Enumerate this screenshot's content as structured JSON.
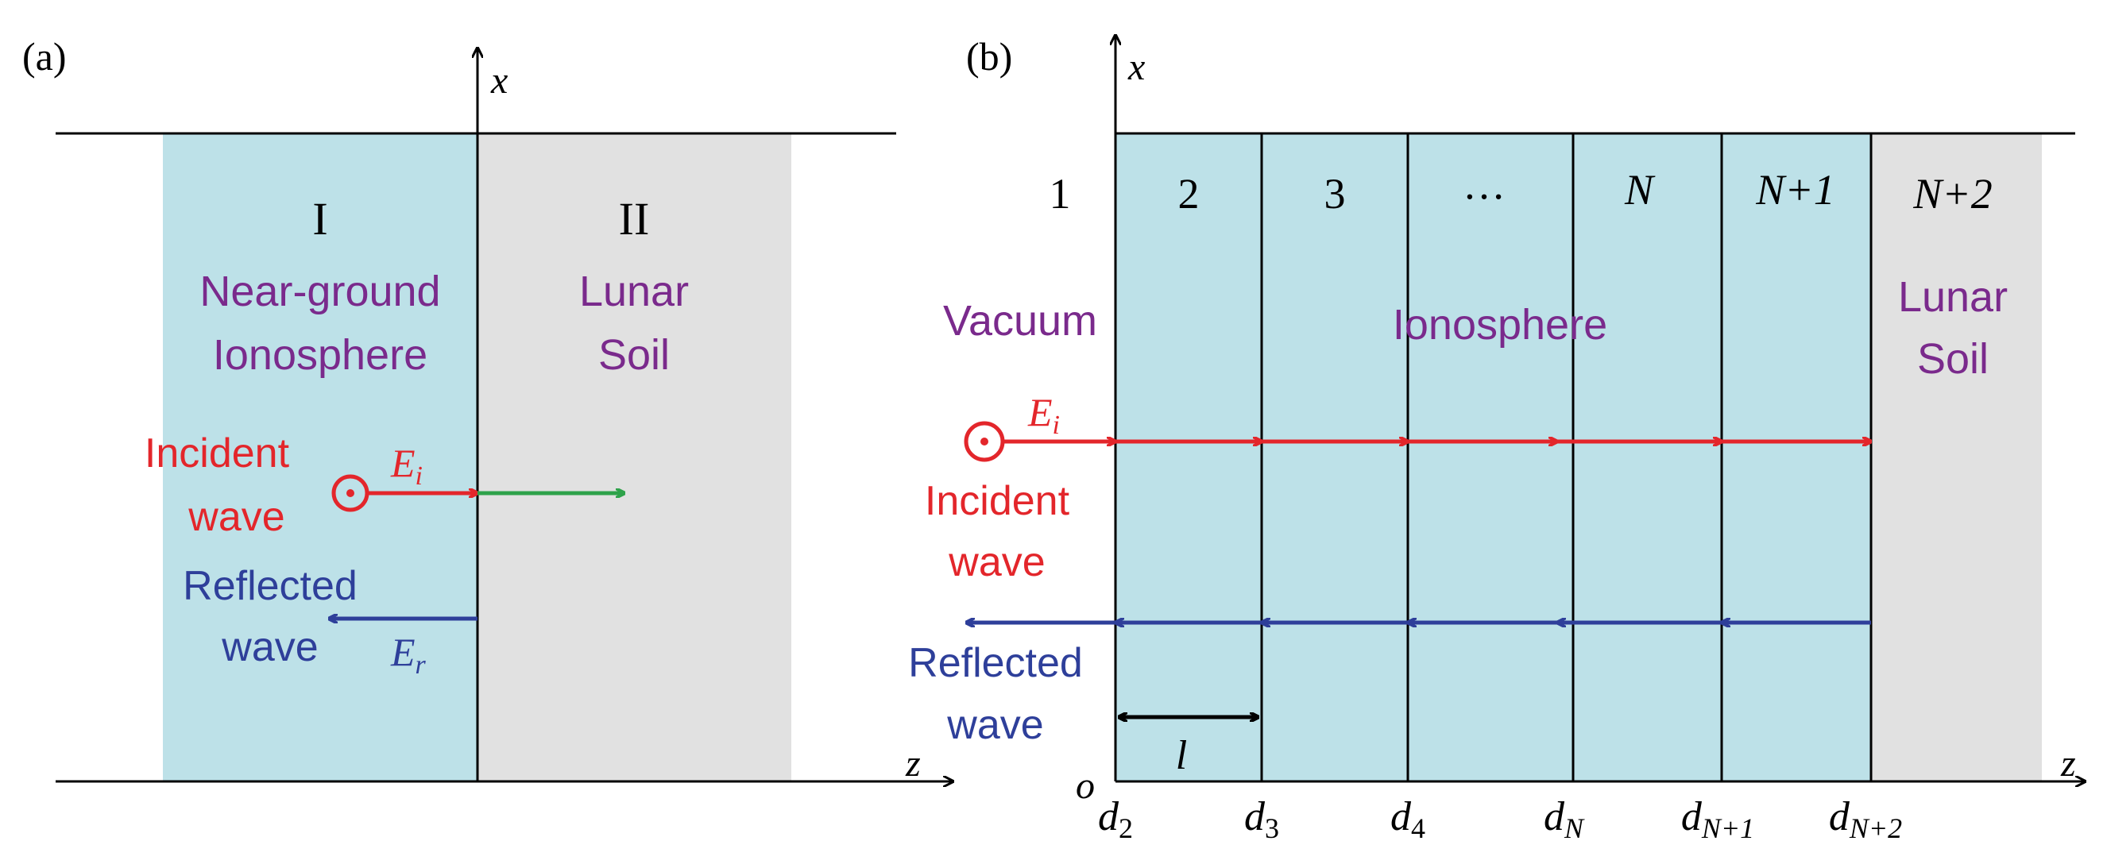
{
  "panel_a": {
    "label": "(a)",
    "axis_x": "x",
    "axis_z": "z",
    "region1_numeral": "I",
    "region2_numeral": "II",
    "region1_name_line1": "Near-ground",
    "region1_name_line2": "Ionosphere",
    "region2_name_line1": "Lunar",
    "region2_name_line2": "Soil",
    "incident_line1": "Incident",
    "incident_line2": "wave",
    "reflected_line1": "Reflected",
    "reflected_line2": "wave",
    "ei_base": "E",
    "ei_sub": "i",
    "er_base": "E",
    "er_sub": "r"
  },
  "panel_b": {
    "label": "(b)",
    "axis_x": "x",
    "axis_z": "z",
    "origin": "o",
    "layers": [
      "1",
      "2",
      "3",
      "…",
      "N",
      "N+1",
      "N+2"
    ],
    "vacuum": "Vacuum",
    "ionosphere": "Ionosphere",
    "soil_line1": "Lunar",
    "soil_line2": "Soil",
    "incident_line1": "Incident",
    "incident_line2": "wave",
    "reflected_line1": "Reflected",
    "reflected_line2": "wave",
    "ei_base": "E",
    "ei_sub": "i",
    "thickness": "l",
    "boundaries": [
      {
        "base": "d",
        "sub": "2"
      },
      {
        "base": "d",
        "sub": "3"
      },
      {
        "base": "d",
        "sub": "4"
      },
      {
        "base": "d",
        "sub": "N"
      },
      {
        "base": "d",
        "sub": "N+1"
      },
      {
        "base": "d",
        "sub": "N+2"
      }
    ]
  },
  "colors": {
    "ionosphere": "#bde1e8",
    "soil": "#e1e1e1",
    "incident": "#e3262b",
    "reflected": "#2e3f9a",
    "transmitted": "#2ea24a",
    "text_purple": "#7a2a8c",
    "line": "#000000"
  },
  "icons": {
    "dot_symbol": "out-of-plane-field-icon"
  }
}
